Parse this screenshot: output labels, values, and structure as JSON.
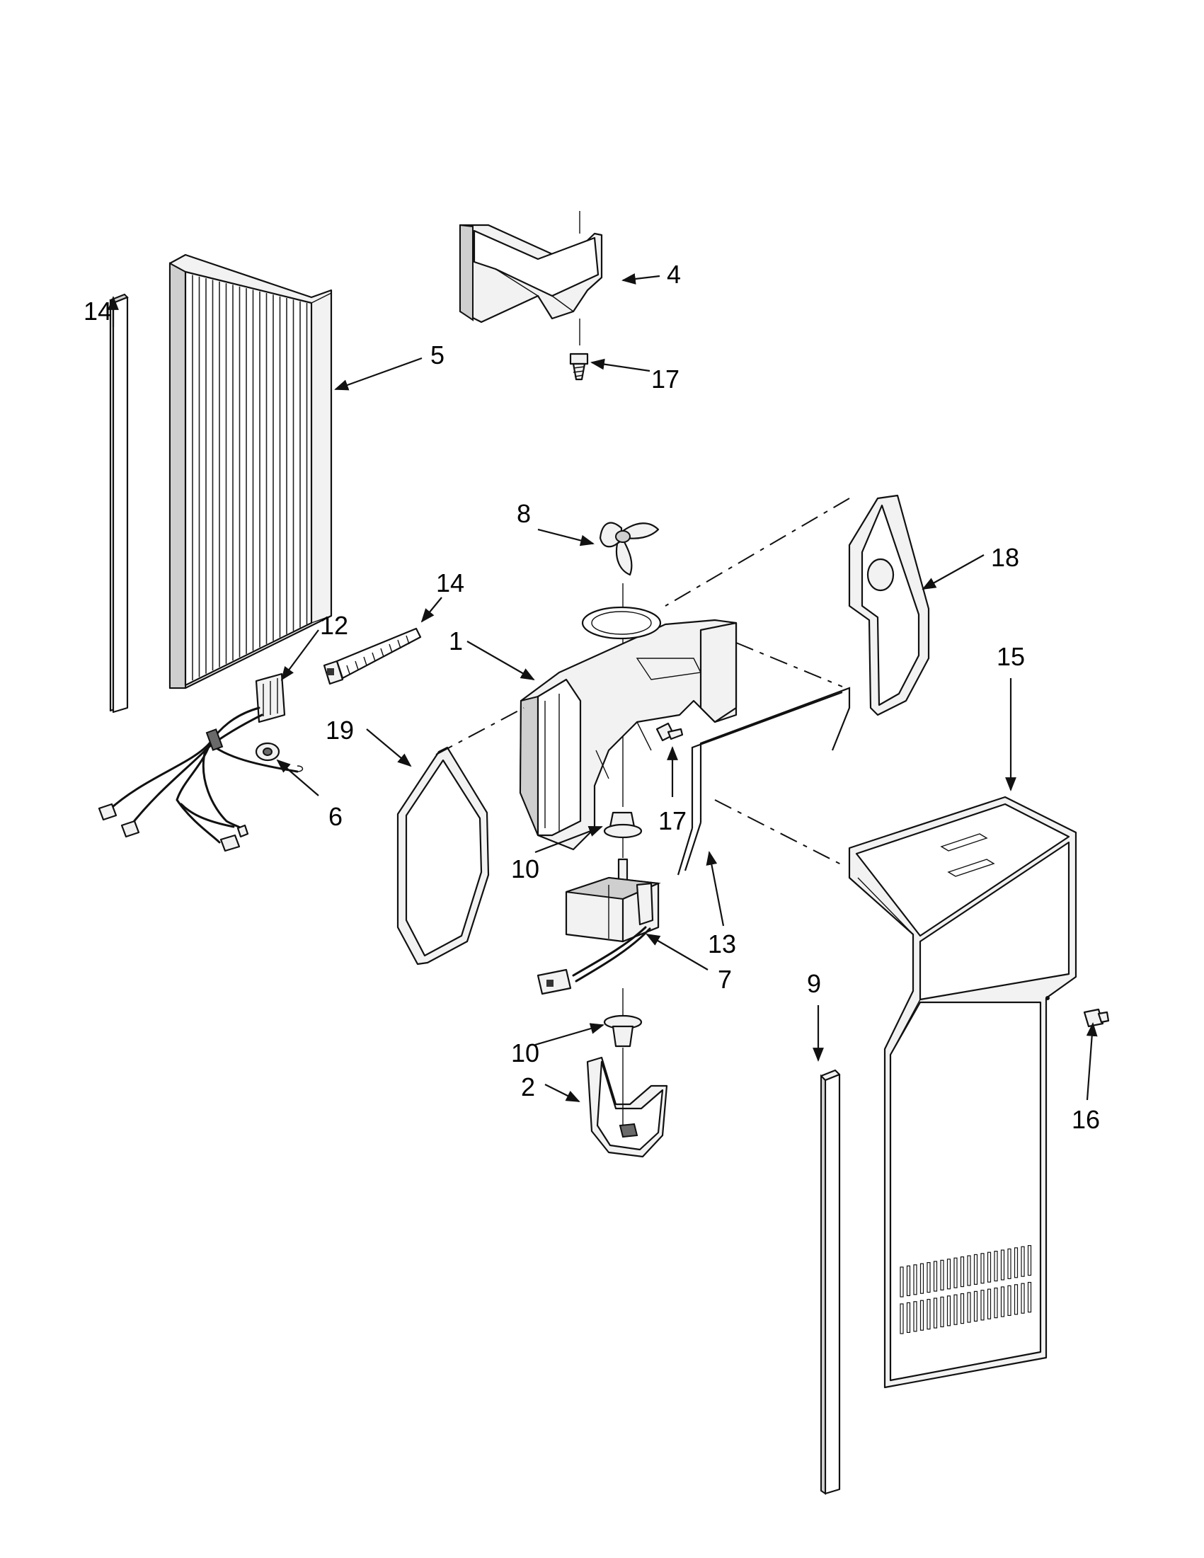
{
  "callouts": {
    "c1": "1",
    "c2": "2",
    "c4": "4",
    "c5": "5",
    "c6": "6",
    "c7": "7",
    "c8": "8",
    "c9": "9",
    "c10a": "10",
    "c10b": "10",
    "c12": "12",
    "c13": "13",
    "c14a": "14",
    "c14b": "14",
    "c15": "15",
    "c16": "16",
    "c17a": "17",
    "c17b": "17",
    "c18": "18",
    "c19": "19"
  }
}
